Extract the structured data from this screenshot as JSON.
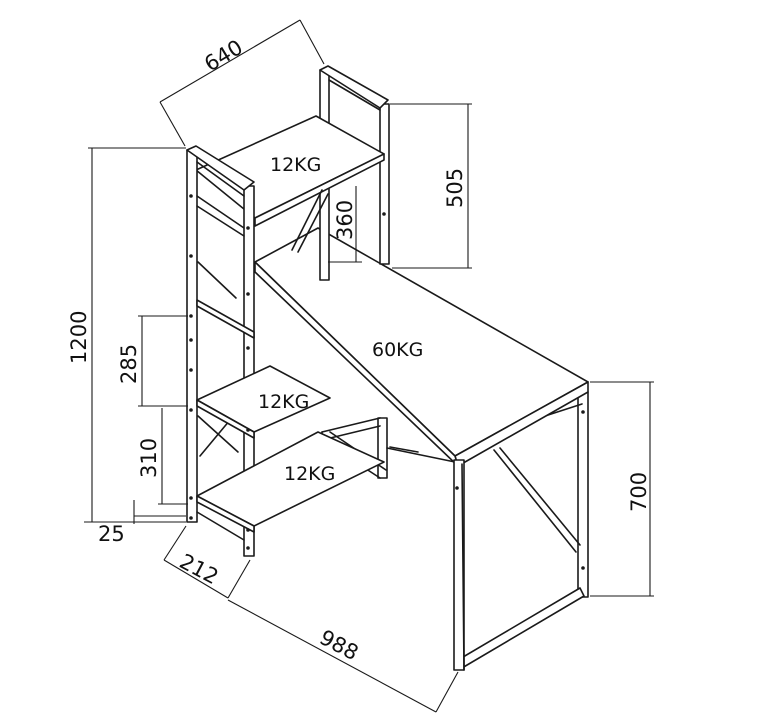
{
  "dimensions": {
    "width_top": "640",
    "height_total": "1200",
    "height_upper": "505",
    "gap_upper_shelf": "360",
    "gap_mid_shelf": "285",
    "gap_low_shelf": "310",
    "foot_height": "25",
    "shelf_depth": "212",
    "desk_length": "988",
    "desk_height": "700"
  },
  "loads": {
    "top_shelf": "12KG",
    "desktop": "60KG",
    "middle_shelf": "12KG",
    "bottom_shelf": "12KG"
  }
}
